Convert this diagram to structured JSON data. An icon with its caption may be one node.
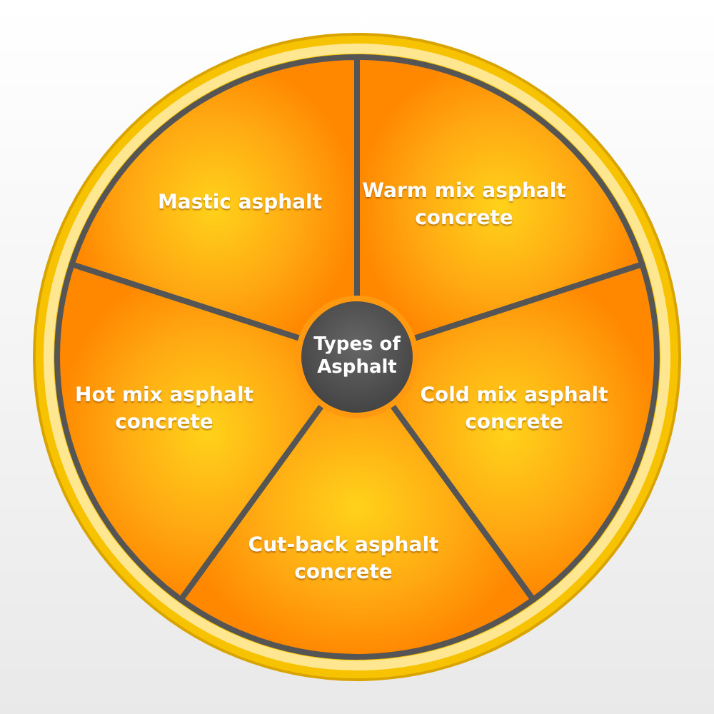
{
  "diagram": {
    "nodes": [
      {
        "text": [
          "Types of Asphalt"
        ]
      },
      {
        "text": [
          "Mastic asphalt"
        ]
      },
      {
        "text": [
          "Warm mix asphalt concrete"
        ]
      },
      {
        "text": [
          "Cold mix asphalt concrete"
        ]
      },
      {
        "text": [
          "Cut-back asphalt concrete"
        ]
      },
      {
        "text": [
          "Hot mix asphalt concrete"
        ]
      }
    ],
    "edges": []
  }
}
